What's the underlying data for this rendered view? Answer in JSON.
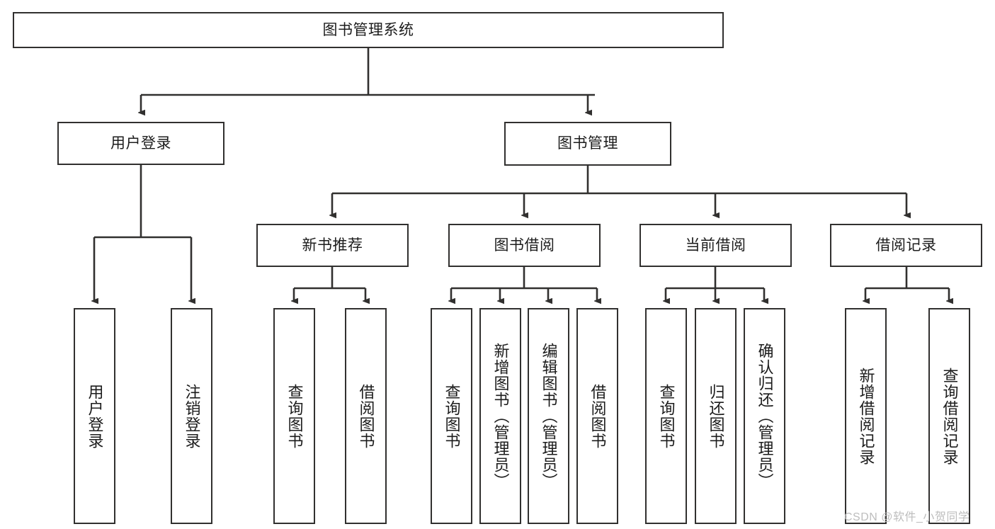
{
  "diagram": {
    "title": "图书管理系统",
    "watermark": "CSDN @软件_小贺同学",
    "line_color": "#31302f",
    "box_fill": "#ffffff",
    "text_color": "#1c1c1c",
    "watermark_color": "#bdbdbd"
  },
  "nodes": {
    "root": {
      "label": "图书管理系统"
    },
    "level2": [
      {
        "label": "用户登录"
      },
      {
        "label": "图书管理"
      }
    ],
    "level3": [
      {
        "label": "新书推荐"
      },
      {
        "label": "图书借阅"
      },
      {
        "label": "当前借阅"
      },
      {
        "label": "借阅记录"
      }
    ],
    "leaves": [
      {
        "label": "用户登录"
      },
      {
        "label": "注销登录"
      },
      {
        "label": "查询图书"
      },
      {
        "label": "借阅图书"
      },
      {
        "label": "查询图书"
      },
      {
        "label": "新增图书（管理员）"
      },
      {
        "label": "编辑图书（管理员）"
      },
      {
        "label": "借阅图书"
      },
      {
        "label": "查询图书"
      },
      {
        "label": "归还图书"
      },
      {
        "label": "确认归还（管理员）"
      },
      {
        "label": "新增借阅记录"
      },
      {
        "label": "查询借阅记录"
      }
    ]
  },
  "tree": {
    "图书管理系统": [
      "用户登录",
      "图书管理"
    ],
    "用户登录": [
      "用户登录",
      "注销登录"
    ],
    "图书管理": [
      "新书推荐",
      "图书借阅",
      "当前借阅",
      "借阅记录"
    ],
    "新书推荐": [
      "查询图书",
      "借阅图书"
    ],
    "图书借阅": [
      "查询图书",
      "新增图书（管理员）",
      "编辑图书（管理员）",
      "借阅图书"
    ],
    "当前借阅": [
      "查询图书",
      "归还图书",
      "确认归还（管理员）"
    ],
    "借阅记录": [
      "新增借阅记录",
      "查询借阅记录"
    ]
  }
}
